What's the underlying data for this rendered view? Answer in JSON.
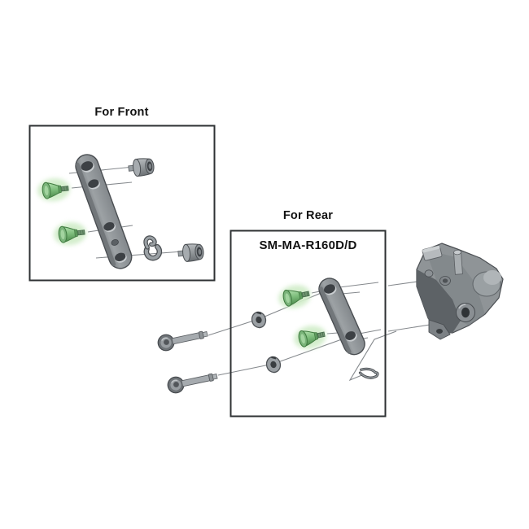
{
  "front_section": {
    "label": "For Front"
  },
  "rear_section": {
    "label": "For Rear",
    "model": "SM-MA-R160D/D"
  },
  "colors": {
    "background": "#ffffff",
    "text": "#121212",
    "box_border": "#2e3133",
    "axis_line": "#85898d",
    "part_gray_light": "#b4b9bc",
    "part_gray": "#8f9497",
    "part_gray_dark": "#62676b",
    "part_outline": "#4a4e52",
    "highlight_green": "#7dbd7b",
    "highlight_green_dark": "#3f7a3f",
    "highlight_glow": "#d2edca"
  }
}
